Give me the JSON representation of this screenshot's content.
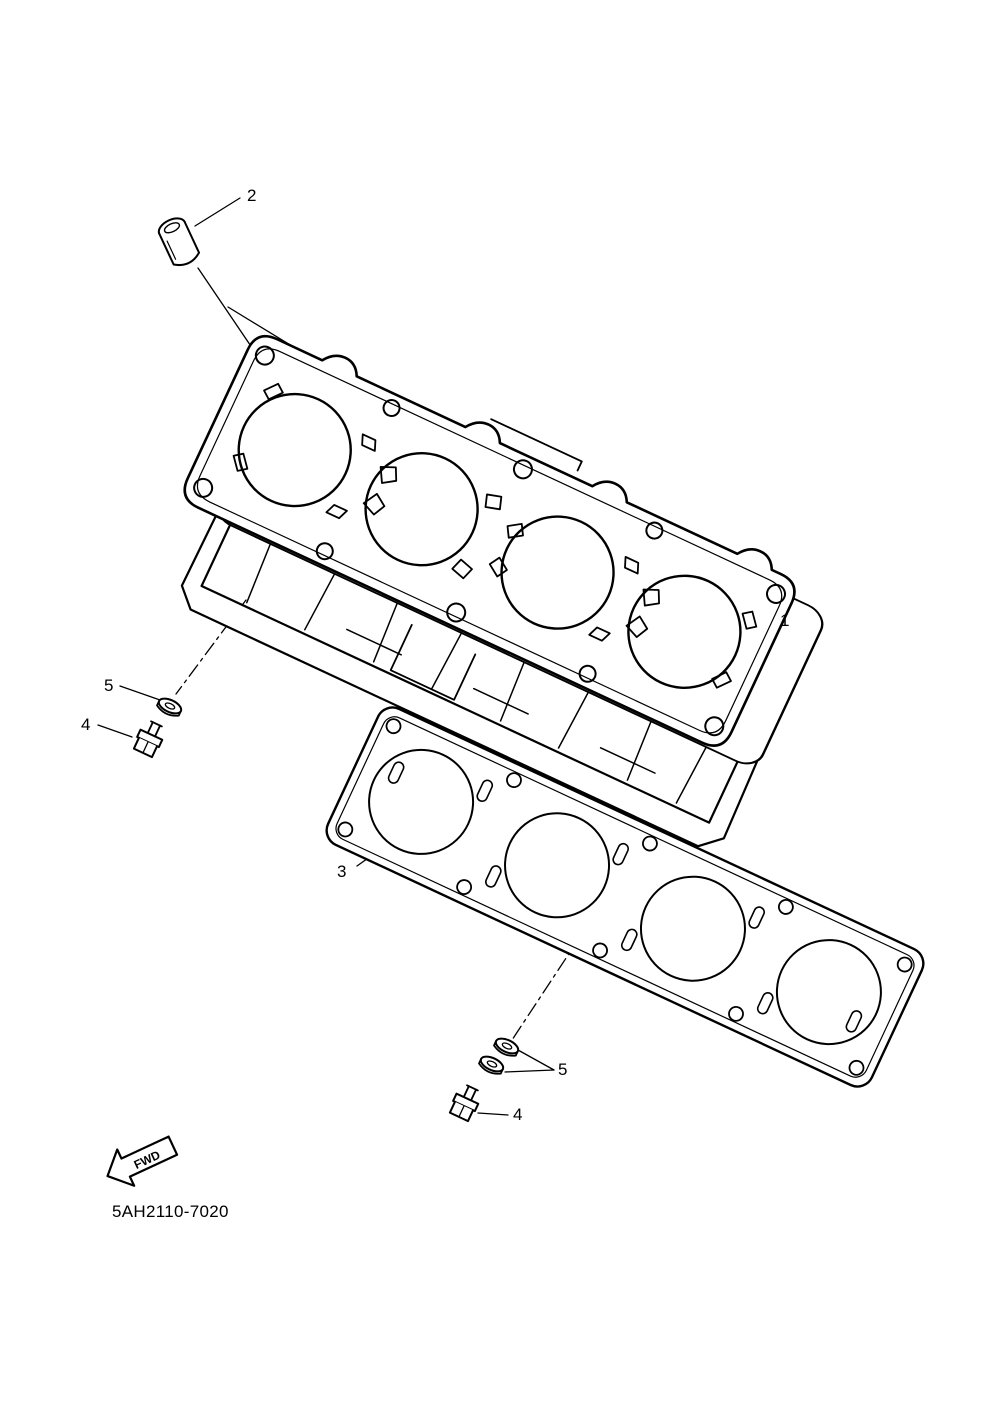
{
  "diagram": {
    "part_code": "5AH2110-7020",
    "direction_label": "FWD",
    "callouts": {
      "cylinder": "1",
      "dowel_pin": "2",
      "gasket": "3",
      "bolt_left": "4",
      "bolt_right": "4",
      "washer_left": "5",
      "washer_right": "5"
    }
  },
  "colors": {
    "ink": "#000000",
    "paper": "#ffffff"
  }
}
